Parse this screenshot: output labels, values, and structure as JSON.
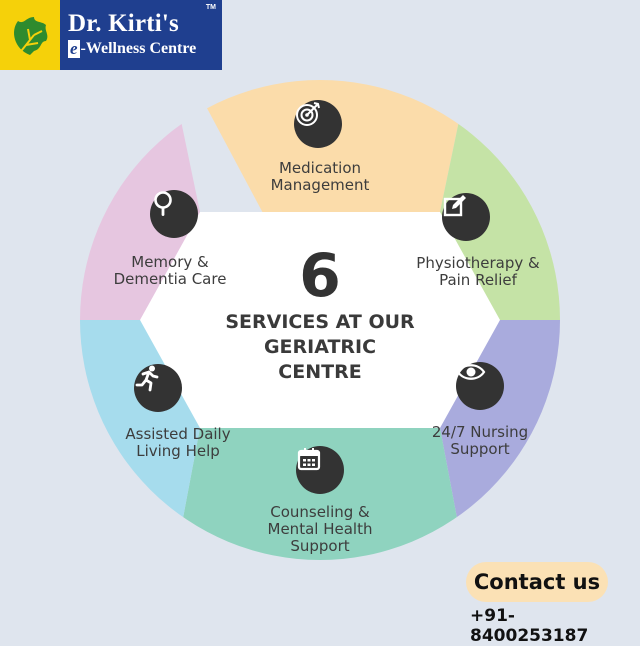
{
  "logo": {
    "title": "Dr. Kirti's",
    "e_letter": "e",
    "subtitle": "-Wellness Centre",
    "tm": "TM"
  },
  "center": {
    "number": "6",
    "text": "SERVICES AT OUR GERIATRIC CENTRE"
  },
  "services": [
    {
      "label": "Medication Management",
      "icon": "target-icon",
      "color": "#fbdcaa"
    },
    {
      "label": "Physiotherapy & Pain Relief",
      "icon": "edit-icon",
      "color": "#c5e3a6"
    },
    {
      "label": "24/7 Nursing Support",
      "icon": "eye-icon",
      "color": "#a9abdd"
    },
    {
      "label": "Counseling & Mental Health Support",
      "icon": "calendar-icon",
      "color": "#8fd3bf"
    },
    {
      "label": "Assisted Daily Living Help",
      "icon": "running-person-icon",
      "color": "#a6dced"
    },
    {
      "label": "Memory & Dementia Care",
      "icon": "magnifier-icon",
      "color": "#e6c6e0"
    }
  ],
  "contact": {
    "button_label": "Contact us",
    "phone": "+91-8400253187"
  }
}
